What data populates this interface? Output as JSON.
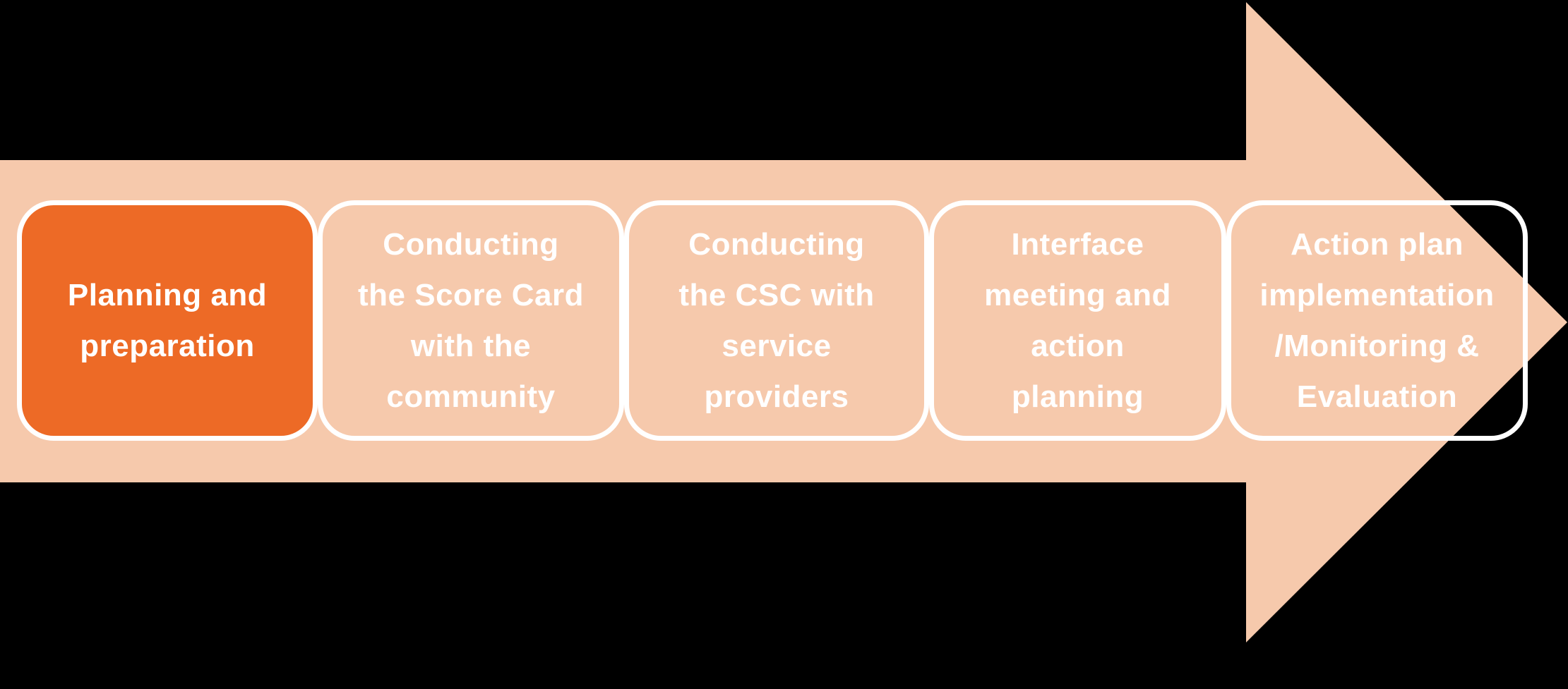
{
  "diagram": {
    "type": "process-arrow",
    "direction": "right",
    "stage_count": 5
  },
  "colors": {
    "background": "#000000",
    "arrow_fill": "#F6C9AC",
    "highlight_fill": "#ED6A26",
    "box_border": "#FFFFFF",
    "text": "#FFFFFF"
  },
  "stages": [
    {
      "label": "Planning and\npreparation",
      "state": "highlighted",
      "fill": "#ED6A26"
    },
    {
      "label": "Conducting\nthe Score Card\nwith the\ncommunity",
      "state": "normal",
      "fill": "transparent"
    },
    {
      "label": "Conducting\nthe CSC with\nservice\nproviders",
      "state": "normal",
      "fill": "transparent"
    },
    {
      "label": "Interface\nmeeting and\naction\nplanning",
      "state": "normal",
      "fill": "transparent"
    },
    {
      "label": "Action plan\nimplementation\n/Monitoring &\nEvaluation",
      "state": "normal",
      "fill": "transparent"
    }
  ]
}
